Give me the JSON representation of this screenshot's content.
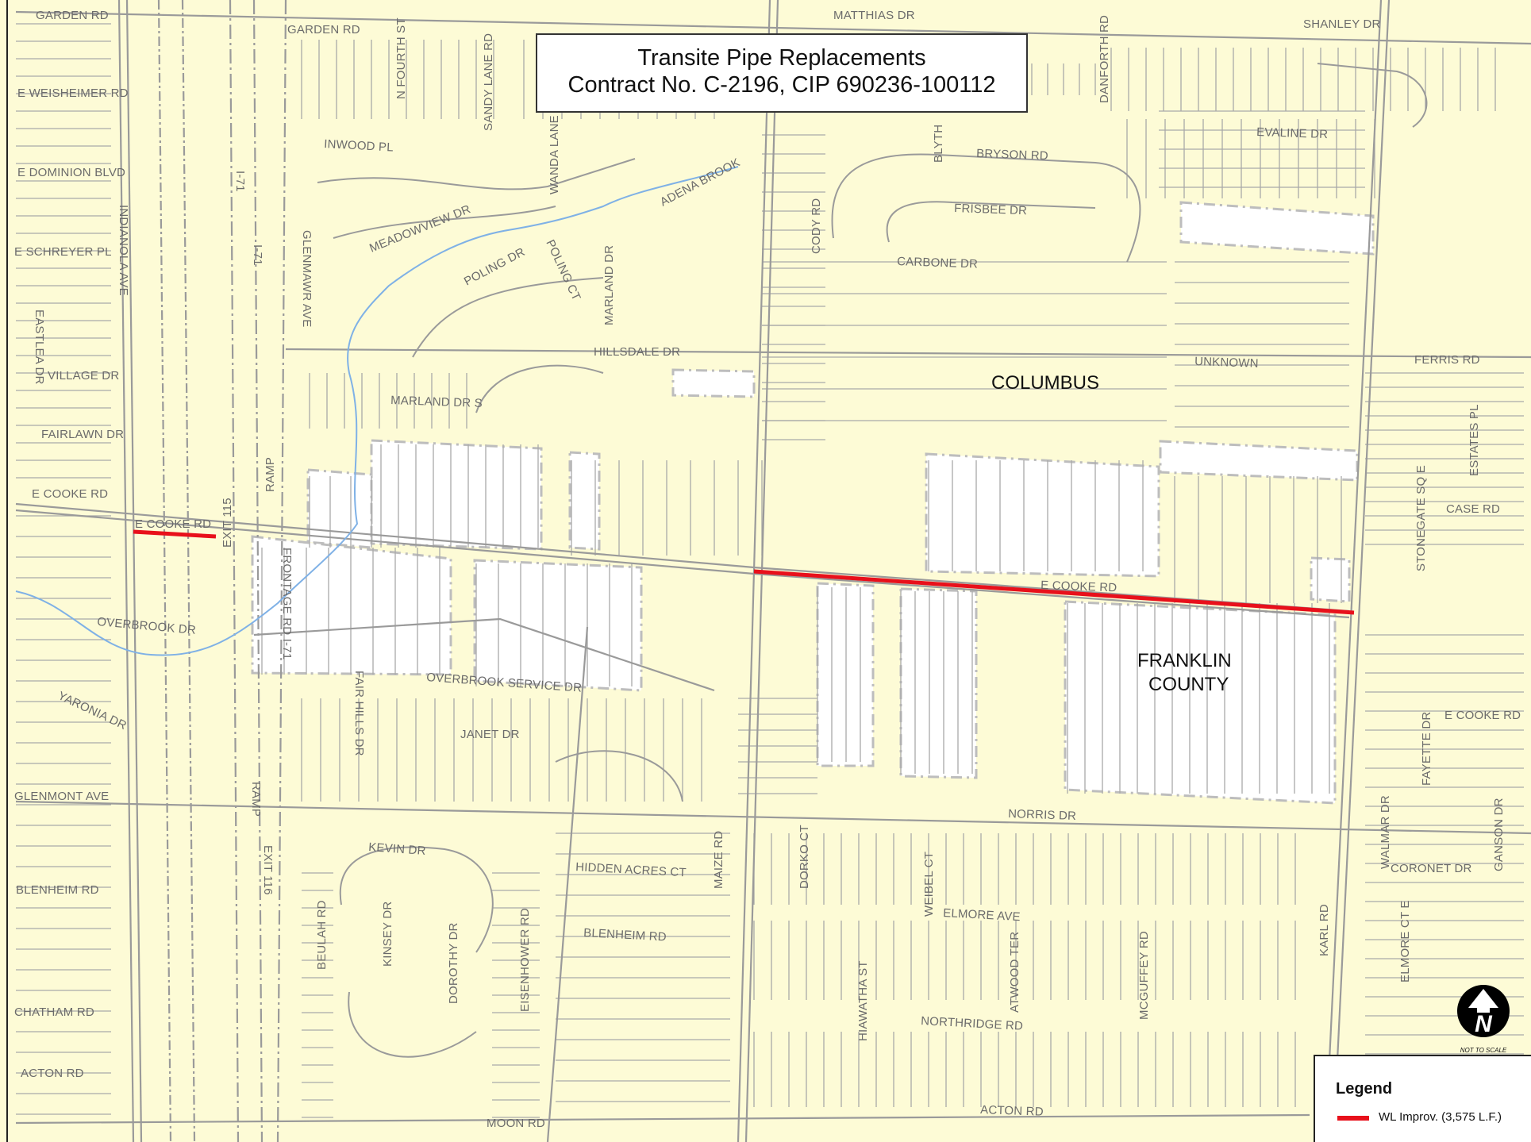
{
  "title": {
    "line1": "Transite Pipe Replacements",
    "line2": "Contract No. C-2196, CIP 690236-100112"
  },
  "areas": {
    "columbus": "COLUMBUS",
    "franklin_line1": "FRANKLIN",
    "franklin_line2": "COUNTY"
  },
  "roads": {
    "garden_rd_w": "GARDEN RD",
    "garden_rd": "GARDEN RD",
    "matthias_dr": "MATTHIAS DR",
    "shanley_dr": "SHANLEY DR",
    "e_weisheimer_rd": "E WEISHEIMER RD",
    "n_fourth_st": "N FOURTH ST",
    "sandy_lane_rd": "SANDY LANE RD",
    "danforth_rd": "DANFORTH RD",
    "evaline_dr": "EVALINE DR",
    "inwood_pl": "INWOOD PL",
    "wanda_lane": "WANDA LANE",
    "blyth": "BLYTH",
    "bryson_rd": "BRYSON RD",
    "e_dominion_blvd": "E DOMINION BLVD",
    "adena_brook": "ADENA BROOK",
    "meadowview_dr": "MEADOWVIEW DR",
    "frisbee_dr": "FRISBEE DR",
    "i71_a": "I-71",
    "i71_b": "I-71",
    "indianola_ave": "INDIANOLA AVE",
    "e_schreyer_pl": "E SCHREYER PL",
    "glenmawr_ave": "GLENMAWR AVE",
    "poling_dr": "POLING DR",
    "poling_ct": "POLING CT",
    "marland_dr": "MARLAND DR",
    "cody_rd": "CODY RD",
    "carbone_dr": "CARBONE DR",
    "eastlea_dr": "EASTLEA DR",
    "hillsdale_dr": "HILLSDALE DR",
    "unknown": "UNKNOWN",
    "ferris_rd": "FERRIS RD",
    "village_dr": "VILLAGE DR",
    "marland_dr_s": "MARLAND DR S",
    "fairlawn_dr": "FAIRLAWN DR",
    "estates_pl": "ESTATES PL",
    "e_cooke_rd_w": "E COOKE RD",
    "ramp_a": "RAMP",
    "exit_115": "EXIT 115",
    "e_cooke_rd_red": "E COOKE RD",
    "stonegate_sq_e": "STONEGATE SQ E",
    "case_rd": "CASE RD",
    "frontage_rd": "FRONTAGE RD I-71",
    "e_cooke_rd": "E COOKE RD",
    "overbrook_dr": "OVERBROOK DR",
    "fair_hills_dr": "FAIR HILLS DR",
    "overbrook_service_dr": "OVERBROOK SERVICE DR",
    "yaronia_dr": "YARONIA DR",
    "e_cooke_rd_e": "E COOKE RD",
    "fayette_dr": "FAYETTE DR",
    "janet_dr": "JANET DR",
    "glenmont_ave": "GLENMONT AVE",
    "ramp_b": "RAMP",
    "norris_dr": "NORRIS DR",
    "walmar_dr": "WALMAR DR",
    "ganson_dr": "GANSON DR",
    "kevin_dr": "KEVIN DR",
    "exit_116": "EXIT 116",
    "maize_rd": "MAIZE RD",
    "hidden_acres_ct": "HIDDEN ACRES CT",
    "dorko_ct": "DORKO CT",
    "coronet_dr": "CORONET DR",
    "blenheim_rd_w": "BLENHEIM RD",
    "weibel_ct": "WEIBEL CT",
    "elmore_ave": "ELMORE AVE",
    "blenheim_rd": "BLENHEIM RD",
    "elmore_ct_e": "ELMORE CT E",
    "beulah_rd": "BEULAH RD",
    "kinsey_dr": "KINSEY DR",
    "dorothy_dr": "DOROTHY DR",
    "eisenhower_rd": "EISENHOWER RD",
    "hiawatha_st": "HIAWATHA ST",
    "atwood_ter": "ATWOOD TER",
    "mcguffey_rd": "MCGUFFEY RD",
    "karl_rd": "KARL RD",
    "chatham_rd": "CHATHAM RD",
    "northridge_rd": "NORTHRIDGE RD",
    "acton_rd_w": "ACTON RD",
    "moon_rd": "MOON RD",
    "acton_rd": "ACTON RD"
  },
  "legend": {
    "title": "Legend",
    "item_label": "WL Improv. (3,575 L.F.)",
    "item_color": "#e8101b"
  },
  "north_arrow": {
    "letter": "N",
    "caption": "NOT TO SCALE"
  },
  "colors": {
    "background": "#fdfbd6",
    "parcel_lines": "#a9a9a9",
    "road_casing": "#9a9a9a",
    "county_parcels": "#ffffff",
    "boundary_dash": "#bdbdbd",
    "stream": "#7fb1e6",
    "pipe": "#e8101b"
  },
  "icons": [
    "north-arrow-icon",
    "legend-line-icon"
  ]
}
